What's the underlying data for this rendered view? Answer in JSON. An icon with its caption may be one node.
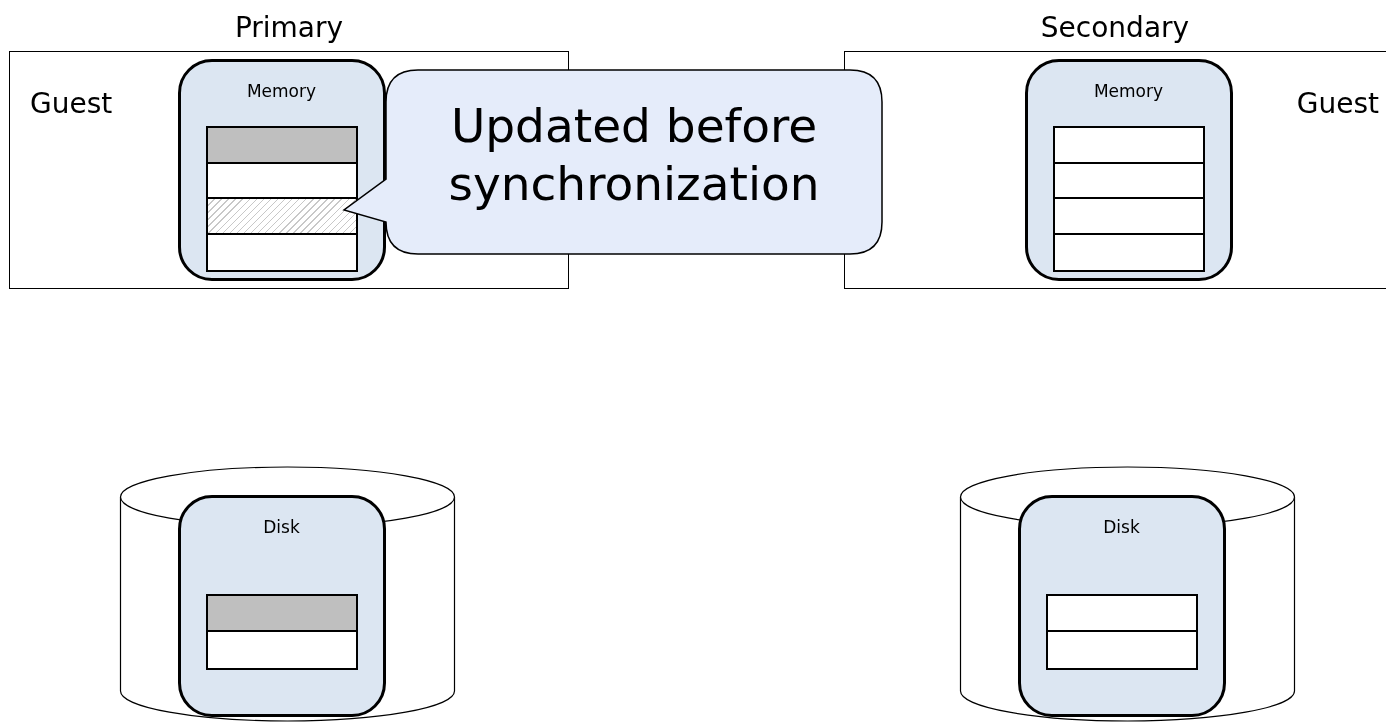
{
  "diagram": {
    "nodes": [
      {
        "text": [
          "Primary",
          "Guest"
        ]
      },
      {
        "text": [
          "Memory"
        ],
        "in": 0
      },
      {
        "text": [
          "Updated before synchronization"
        ]
      },
      {
        "text": [
          "Secondary",
          "Guest"
        ]
      },
      {
        "text": [
          "Memory"
        ],
        "in": 3
      },
      {
        "text": [],
        "shape": "cylinder"
      },
      {
        "text": [
          "Disk"
        ],
        "in": 5
      },
      {
        "text": [],
        "shape": "cylinder"
      },
      {
        "text": [
          "Disk"
        ],
        "in": 7
      }
    ]
  }
}
